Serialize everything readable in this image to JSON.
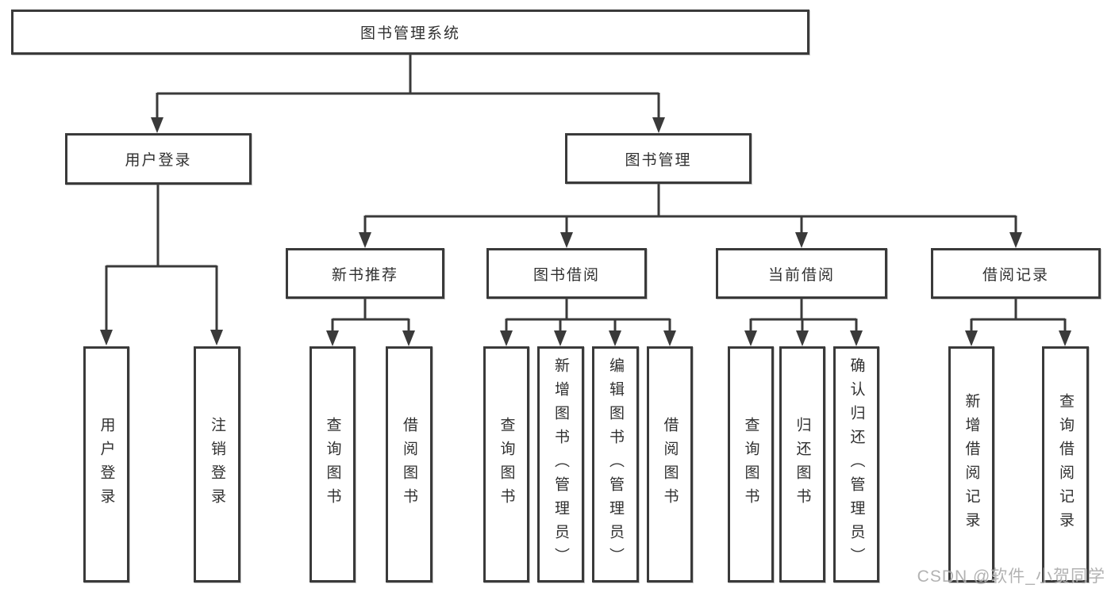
{
  "colors": {
    "line": "#3a3a3a",
    "text": "#303030",
    "background": "#ffffff",
    "watermark": "#a0a0a0"
  },
  "tree": {
    "root": "图书管理系统",
    "branches": {
      "user_login": {
        "label": "用户登录",
        "children": [
          "用户登录",
          "注销登录"
        ]
      },
      "book_mgmt": {
        "label": "图书管理",
        "sections": {
          "new_books": {
            "label": "新书推荐",
            "children": [
              "查询图书",
              "借阅图书"
            ]
          },
          "book_borrow": {
            "label": "图书借阅",
            "children": [
              "查询图书",
              "新增图书（管理员）",
              "编辑图书（管理员）",
              "借阅图书"
            ]
          },
          "current_borrow": {
            "label": "当前借阅",
            "children": [
              "查询图书",
              "归还图书",
              "确认归还（管理员）"
            ]
          },
          "borrow_records": {
            "label": "借阅记录",
            "children": [
              "新增借阅记录",
              "查询借阅记录"
            ]
          }
        }
      }
    }
  },
  "watermark": "CSDN @软件_小贺同学"
}
